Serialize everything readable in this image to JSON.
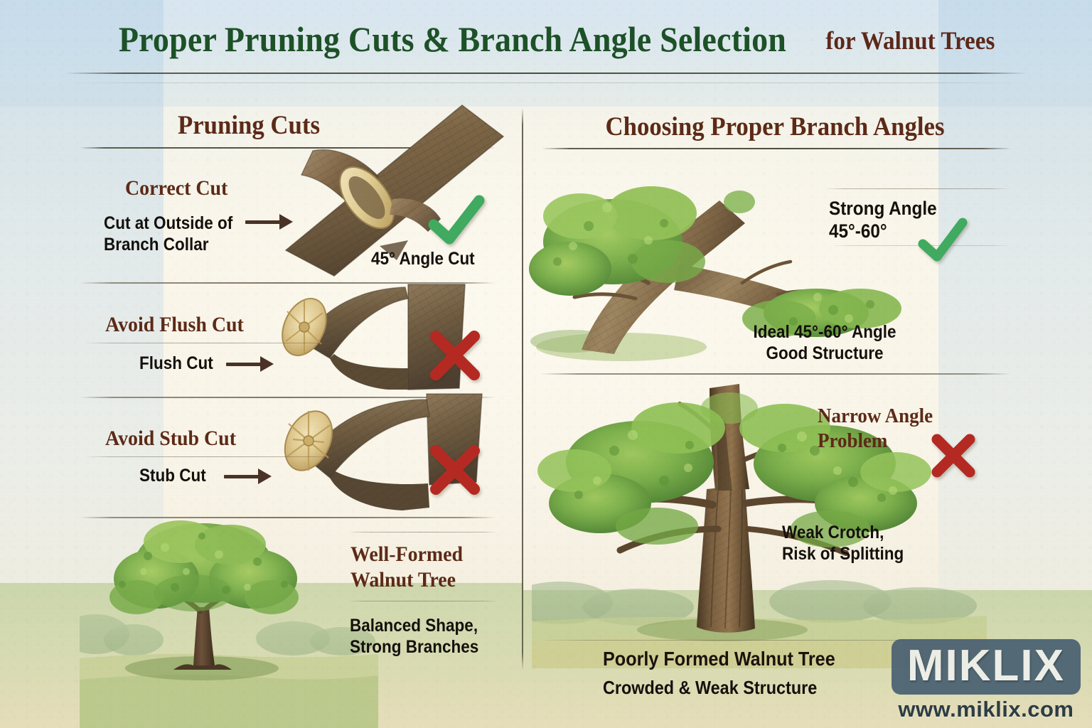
{
  "title": {
    "main": "Proper Pruning Cuts & Branch Angle Selection",
    "suffix": "for Walnut Trees",
    "main_color": "#1d5127",
    "suffix_color": "#5c281a"
  },
  "left_column": {
    "heading": "Pruning Cuts",
    "sections": [
      {
        "title": "Correct Cut",
        "callout": "Cut at Outside of",
        "callout_line2": "Branch Collar",
        "caption": "45° Angle Cut",
        "mark": "check-mark",
        "mark_color": "#3faa60",
        "illustration": "branch-collar-correct-cut"
      },
      {
        "title": "Avoid Flush Cut",
        "callout": "Flush Cut",
        "mark": "cross-mark",
        "mark_color": "#b42a22",
        "illustration": "flush-cut-stump"
      },
      {
        "title": "Avoid Stub Cut",
        "callout": "Stub Cut",
        "mark": "cross-mark",
        "mark_color": "#b42a22",
        "illustration": "stub-cut-stump"
      },
      {
        "title": "Well-Formed",
        "title_line2": "Walnut Tree",
        "caption": "Balanced Shape,",
        "caption_line2": "Strong Branches",
        "illustration": "well-formed-walnut-tree"
      }
    ]
  },
  "right_column": {
    "heading": "Choosing Proper Branch Angles",
    "sections": [
      {
        "title": "Strong Angle",
        "title_line2": "45°-60°",
        "caption": "Ideal 45°-60° Angle",
        "caption_line2": "Good Structure",
        "mark": "check-mark",
        "mark_color": "#3faa60",
        "illustration": "strong-angle-branch-union"
      },
      {
        "title": "Narrow Angle",
        "title_line2": "Problem",
        "caption": "Weak Crotch,",
        "caption_line2": "Risk of Splitting",
        "footer": "Poorly Formed Walnut Tree",
        "footer_line2": "Crowded & Weak Structure",
        "mark": "cross-mark",
        "mark_color": "#b42a22",
        "illustration": "narrow-angle-walnut-tree"
      }
    ]
  },
  "watermark": {
    "brand": "MIKLIX",
    "url": "www.miklix.com",
    "box_color": "#4a6172"
  }
}
